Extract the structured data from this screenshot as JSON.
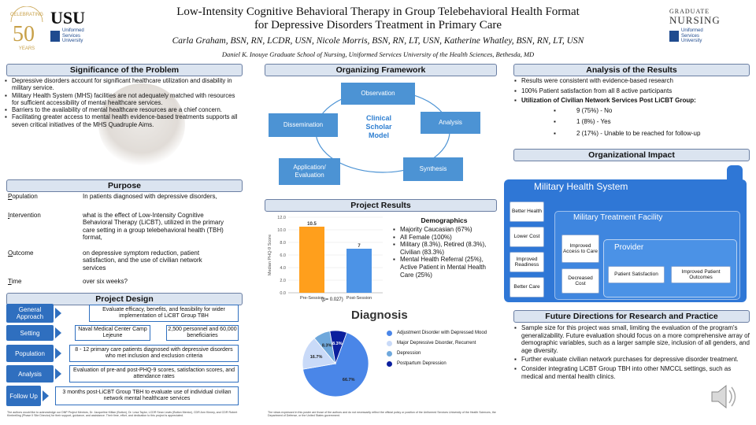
{
  "header": {
    "title_line1": "Low-Intensity  Cognitive Behavioral Therapy  in Group Telebehavioral  Health Format",
    "title_line2": "for Depressive Disorders Treatment  in Primary Care",
    "authors": "Carla Graham, BSN, RN, LCDR, USN, Nicole Morris, BSN, RN, LT, USN, Katherine Whatley, BSN, RN, LT, USN",
    "affiliation": "Daniel K. Inouye Graduate School of Nursing, Uniformed Services University of the Health Sciences, Bethesda, MD"
  },
  "logos": {
    "celebrating": "CELEBRATING",
    "years_num": "50",
    "years": "YEARS",
    "usu": "USU",
    "usu_sub1": "Uniformed",
    "usu_sub2": "Services",
    "usu_sub3": "University",
    "gn1": "Graduate",
    "gn2": "Nursing",
    "gn_sub1": "Uniformed",
    "gn_sub2": "Services",
    "gn_sub3": "University"
  },
  "significance": {
    "title": "Significance of the Problem",
    "bullets": [
      "Depressive disorders account for significant healthcare utilization and disability in military service.",
      "Military Health System (MHS) facilities are not adequately matched with resources for sufficient accessibility of mental healthcare services.",
      "Barriers to the availability of mental healthcare resources are a chief concern.",
      "Facilitating greater access to mental health evidence-based treatments supports all seven critical initiatives of the MHS Quadruple Aims."
    ]
  },
  "purpose": {
    "title": "Purpose",
    "rows": [
      {
        "first": "P",
        "rest": "opulation",
        "value": "In patients diagnosed with depressive disorders,"
      },
      {
        "first": "I",
        "rest": "ntervention",
        "value": "what is the effect of Low-Intensity Cognitive Behavioral Therapy (LiCBT),  utilized in the primary care setting in a group  telebehavioral health (TBH) format,"
      },
      {
        "first": "O",
        "rest": "utcome",
        "value": "on depressive symptom reduction, patient satisfaction, and the use of civilian network services"
      },
      {
        "first": "T",
        "rest": "ime",
        "value": "over six weeks?"
      }
    ]
  },
  "design": {
    "title": "Project Design",
    "rows": [
      {
        "label": "General Approach",
        "boxes": [
          "Evaluate efficacy, benefits, and feasibility for wider implementation  of LiCBT Group TBH"
        ]
      },
      {
        "label": "Setting",
        "boxes": [
          "Naval Medical Center Camp Lejeune",
          "2,500 personnel  and 60,000  beneficiaries"
        ]
      },
      {
        "label": "Population",
        "boxes": [
          "8 - 12 primary care patients  diagnosed  with depressive disorders who met inclusion and exclusion criteria"
        ]
      },
      {
        "label": "Analysis",
        "boxes": [
          "Evaluation  of pre-and post-PHQ-9 scores, satisfaction scores, and attendance  rates"
        ]
      },
      {
        "label": "Follow Up",
        "boxes": [
          "3 months post-LiCBT Group TBH to evaluate  use of individual civilian network  mental healthcare  services"
        ]
      }
    ],
    "footnote": "The authors would like to acknowledge our DNP Project Mentors, Dr. Jacqueline Killian (Button), Dr. Lesa Taylor, LCDR Sean Lewis (Button Mentor), CDR Ann Kinney, and CDR Robert Kimbrelling (Phase II Site Director) for their support, guidance, and assistance. Their time, effort, and dedication to this project is appreciated."
  },
  "framework": {
    "title": "Organizing Framework",
    "nodes": [
      "Observation",
      "Analysis",
      "Synthesis",
      "Application/ Evaluation",
      "Dissemination"
    ],
    "center": [
      "Clinical",
      "Scholar",
      "Model"
    ]
  },
  "results": {
    "title": "Project Results",
    "demographics_title": "Demographics",
    "demographics": [
      "Majority Caucasian (67%)",
      "All Female (100%)",
      "Military (8.3%), Retired (8.3%), Civilian (83.3%)",
      "Mental Health Referral (25%), Active Patient in Mental Health Care (25%)"
    ],
    "pvalue": "(p= 0.027)"
  },
  "chart_data": [
    {
      "type": "bar",
      "categories": [
        "Pre-Session",
        "Post-Session"
      ],
      "values": [
        10.5,
        7
      ],
      "ylabel": "Median PHQ-9 Score",
      "ylim": [
        0,
        12
      ],
      "yticks": [
        "0.0",
        "2.0",
        "4.0",
        "6.0",
        "8.0",
        "10.0",
        "12.0"
      ],
      "data_labels": [
        "10.5",
        "7"
      ],
      "colors": [
        "#ff9f1c",
        "#4c93e6"
      ],
      "grid": true
    },
    {
      "type": "pie",
      "title": "Diagnosis",
      "categories": [
        "Adjustment Disorder with Depressed Mood",
        "Major Depressive Disorder, Recurrent",
        "Depression",
        "Postpartum Depression"
      ],
      "values": [
        66.7,
        16.7,
        8.3,
        8.3
      ],
      "data_labels": [
        "66.7%",
        "16.7%",
        "8.3%",
        "8.3%"
      ],
      "colors": [
        "#4a86e8",
        "#c9daf8",
        "#6fa8dc",
        "#0b1f9e"
      ]
    }
  ],
  "analysis": {
    "title": "Analysis of the Results",
    "bullets": [
      "Results were consistent with evidence-based research",
      "100% Patient satisfaction from all 8 active participants",
      "Utilization of Civilian Network Services Post LiCBT Group:"
    ],
    "sub": [
      "9 (75%) - No",
      "1 (8%) - Yes",
      "2 (17%) - Unable to be reached for follow-up"
    ]
  },
  "impact": {
    "title": "Organizational Impact",
    "mhs": "Military Health System",
    "mtf": "Military Treatment Facility",
    "provider": "Provider",
    "mhs_items": [
      "Better Health",
      "Lower Cost",
      "Improved Readiness",
      "Better Care"
    ],
    "mtf_items": [
      "Improved Access to Care",
      "Decreased Cost"
    ],
    "provider_items": [
      "Patient Satisfaction",
      "Improved Patient Outcomes"
    ]
  },
  "future": {
    "title": "Future Directions for Research and Practice",
    "bullets": [
      "Sample size for this project was small, limiting the evaluation of the program's generalizability. Future evaluation should focus on a more comprehensive array of demographic variables, such as a larger sample size, inclusion of all genders,  and age diversity.",
      "Further evaluate civilian network purchases for depressive disorder treatment.",
      "Consider integrating LiCBT Group TBH into other NMCCL settings, such as medical and  mental health clinics."
    ]
  },
  "disclaimer": "The views expressed in this poster are those of the authors and do not necessarily reflect the official policy or position of the Uniformed Services University of the Health Sciences, the Department of Defense, or the United States government."
}
